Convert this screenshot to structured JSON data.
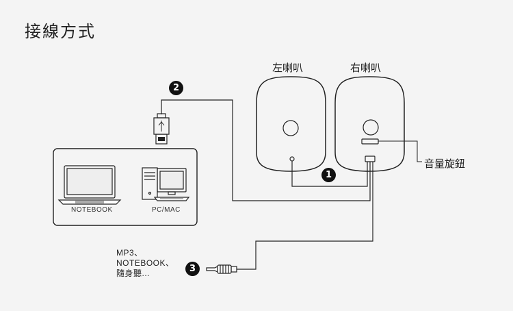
{
  "title": "接線方式",
  "speakers": {
    "left_label": "左喇叭",
    "right_label": "右喇叭"
  },
  "volume_knob_label": "音量旋鈕",
  "computer_box": {
    "notebook_label": "NOTEBOOK",
    "pc_label": "PC/MAC"
  },
  "audio_source": {
    "line1": "MP3、",
    "line2": "NOTEBOOK、",
    "line3": "隨身聽..."
  },
  "steps": {
    "one": "1",
    "two": "2",
    "three": "3"
  },
  "colors": {
    "line": "#222222",
    "badge": "#111111",
    "background": "#f4f4f4"
  }
}
